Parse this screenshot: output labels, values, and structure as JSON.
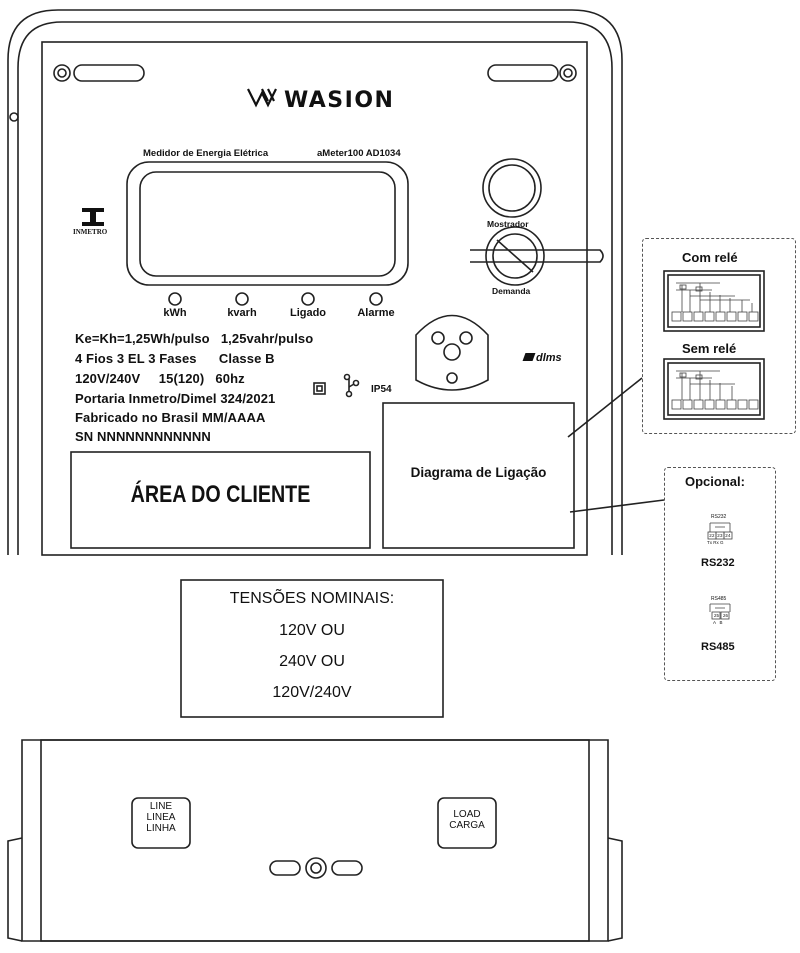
{
  "brand": "WASION",
  "meter": {
    "title_left": "Medidor de Energia Elétrica",
    "title_right": "aMeter100 AD1034",
    "inmetro_label": "INMETRO",
    "btn_mostrador": "Mostrador",
    "btn_demanda": "Demanda",
    "indicators": [
      "kWh",
      "kvarh",
      "Ligado",
      "Alarme"
    ],
    "specs": [
      "Ke=Kh=1,25Wh/pulso   1,25vahr/pulso",
      "4 Fios 3 EL 3 Fases      Classe B",
      "120V/240V     15(120)   60hz",
      "Portaria Inmetro/Dimel 324/2021",
      "Fabricado no Brasil MM/AAAA",
      "SN NNNNNNNNNNNN"
    ],
    "ip_rating": "IP54",
    "dlms_logo": "dlms",
    "client_area": "ÁREA DO CLIENTE",
    "wiring_diagram": "Diagrama de Ligação"
  },
  "side": {
    "com_rele": "Com relé",
    "sem_rele": "Sem relé",
    "opcional": "Opcional:",
    "rs232": "RS232",
    "rs485": "RS485",
    "rs232_small": "RS232",
    "rs485_small": "RS485",
    "rs232_pins": [
      "22",
      "23",
      "24"
    ],
    "rs232_pin_names": "Tx Rx G",
    "rs485_pins": [
      "25",
      "26"
    ],
    "rs485_pin_names": "A   B"
  },
  "tensoes": {
    "title": "TENSÕES NOMINAIS:",
    "lines": [
      "120V OU",
      "240V OU",
      "120V/240V"
    ]
  },
  "terminal": {
    "line_label": [
      "LINE",
      "LINEA",
      "LINHA"
    ],
    "load_label": [
      "LOAD",
      "CARGA"
    ]
  },
  "icons": {
    "inmetro": "inmetro-logo",
    "double_insulation": "double-square-icon",
    "y_connection": "y-connection-icon",
    "optical_port": "optical-port-icon"
  }
}
